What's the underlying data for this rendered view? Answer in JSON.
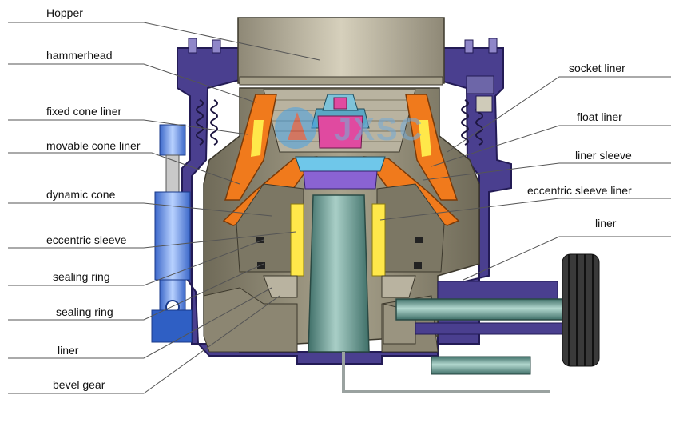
{
  "diagram": {
    "title": "",
    "watermark": "JXSC",
    "labels_left": [
      {
        "id": "hopper",
        "text": "Hopper"
      },
      {
        "id": "hammerhead",
        "text": "hammerhead"
      },
      {
        "id": "fixed-cone-liner",
        "text": "fixed cone liner"
      },
      {
        "id": "movable-cone-liner",
        "text": "movable cone liner"
      },
      {
        "id": "dynamic-cone",
        "text": "dynamic cone"
      },
      {
        "id": "eccentric-sleeve",
        "text": "eccentric sleeve"
      },
      {
        "id": "sealing-ring-1",
        "text": "sealing ring"
      },
      {
        "id": "sealing-ring-2",
        "text": "sealing ring"
      },
      {
        "id": "liner-left",
        "text": "liner"
      },
      {
        "id": "bevel-gear",
        "text": "bevel gear"
      }
    ],
    "labels_right": [
      {
        "id": "socket-liner",
        "text": "socket liner"
      },
      {
        "id": "float-liner",
        "text": "float liner"
      },
      {
        "id": "liner-sleeve",
        "text": "liner sleeve"
      },
      {
        "id": "eccentric-sleeve-liner",
        "text": "eccentric sleeve liner"
      },
      {
        "id": "liner-right",
        "text": "liner"
      }
    ],
    "colors": {
      "frame": "#4a3f8f",
      "body": "#8c8672",
      "hopper": "#bdb6a0",
      "liner": "#f07a1c",
      "yellow": "#ffe84a",
      "shaft": "#5a8f86",
      "blue": "#3a7fd6",
      "leader": "#555555"
    }
  }
}
